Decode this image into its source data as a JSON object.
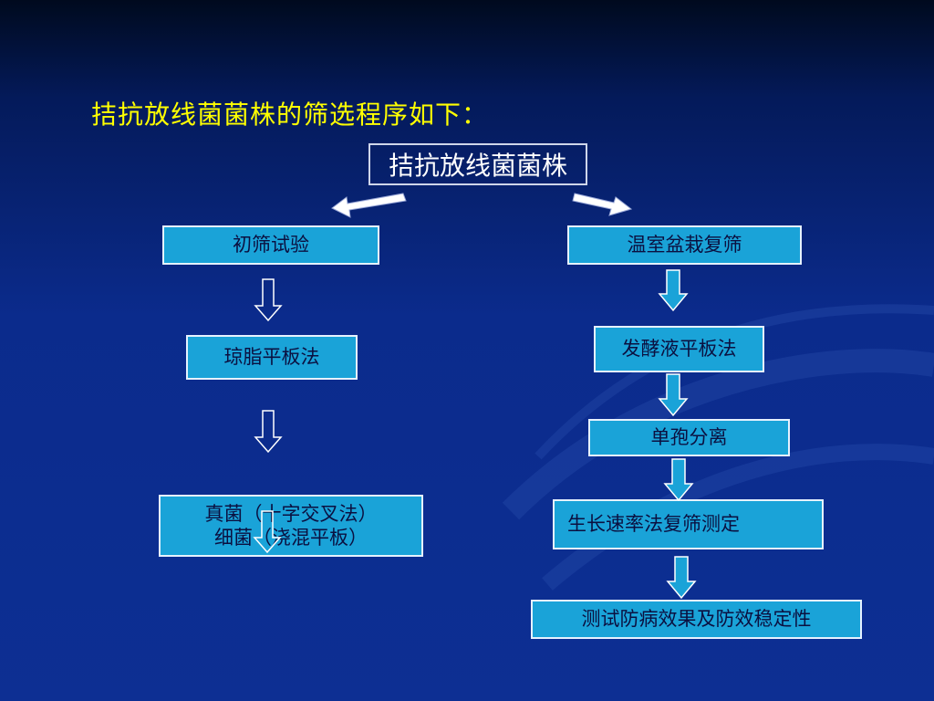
{
  "slide": {
    "title": "拮抗放线菌菌株的筛选程序如下：",
    "root": "拮抗放线菌菌株",
    "left": {
      "step1": "初筛试验",
      "step2": "琼脂平板法",
      "step3_line1": "真菌（十字交叉法）",
      "step3_line2": "细菌（浇混平板）"
    },
    "right": {
      "step1": "温室盆栽复筛",
      "step2": "发酵液平板法",
      "step3": "单孢分离",
      "step4": "生长速率法复筛测定",
      "step5": "测试防病效果及防效稳定性"
    }
  },
  "colors": {
    "box_fill": "#1aa3d8",
    "box_border": "#e6f2ff",
    "title": "#ffff00",
    "arrow_fill": "#ffffff"
  }
}
